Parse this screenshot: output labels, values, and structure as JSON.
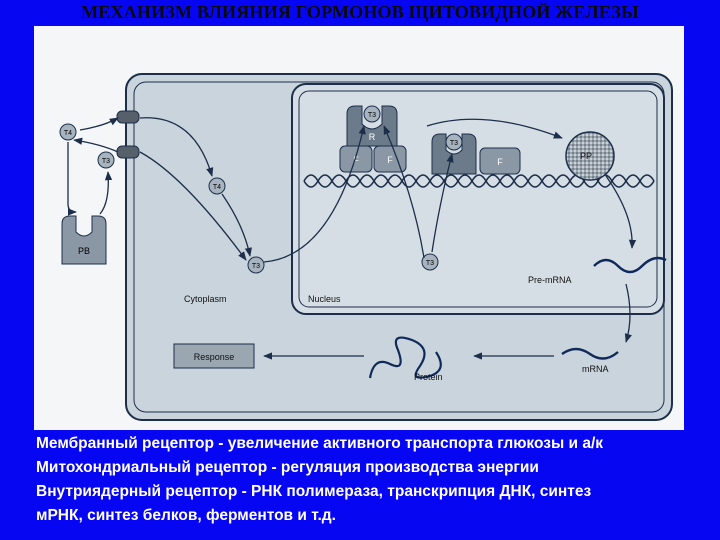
{
  "slide_title": "МЕХАНИЗМ ВЛИЯНИЯ ГОРМОНОВ ЩИТОВИДНОЙ ЖЕЛЕЗЫ",
  "diagram": {
    "labels": {
      "cytoplasm": "Cytoplasm",
      "nucleus": "Nucleus",
      "pre_mrna": "Pre-mRNA",
      "mrna": "mRNA",
      "protein": "Protein",
      "response": "Response",
      "pb": "PB",
      "pp": "PP"
    },
    "hormone_symbols": {
      "t4": "T4",
      "t3": "T3"
    },
    "receptor_letters": {
      "r": "R",
      "f": "F"
    }
  },
  "caption_lines": [
    "Мембранный рецептор - увеличение активного транспорта глюкозы и а/к",
    "Митохондриальный рецептор -  регуляция производства энергии",
    "Внутриядерный рецептор - РНК полимераза, транскрипция ДНК, синтез",
    " мРНК, синтез белков, ферментов и т.д."
  ],
  "colors": {
    "background": "#0606f2",
    "figure": "#f4f6f8",
    "cell_fill": "#c9d4dc",
    "nucleus_fill": "#d6dee5",
    "stroke": "#1c2e4a",
    "caption_text": "#ffffff"
  }
}
